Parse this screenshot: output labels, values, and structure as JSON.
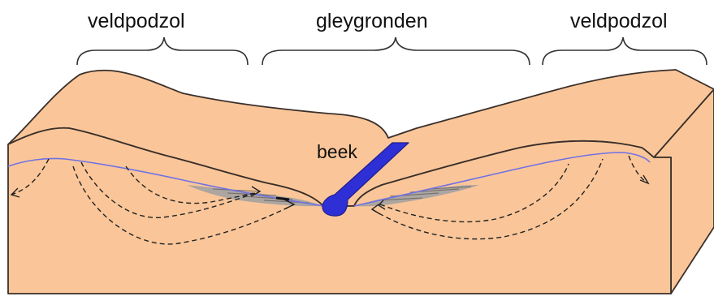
{
  "zones": {
    "left": "veldpodzol",
    "center": "gleygronden",
    "right": "veldpodzol"
  },
  "stream_label": "beek",
  "colors": {
    "soil": "#fac699",
    "outline": "#3a2f2a",
    "stream": "#2f2fd6",
    "water_table": "#7070e6",
    "gley": "#a9a3a0",
    "flow_lines": "#222222",
    "background": "#ffffff"
  }
}
